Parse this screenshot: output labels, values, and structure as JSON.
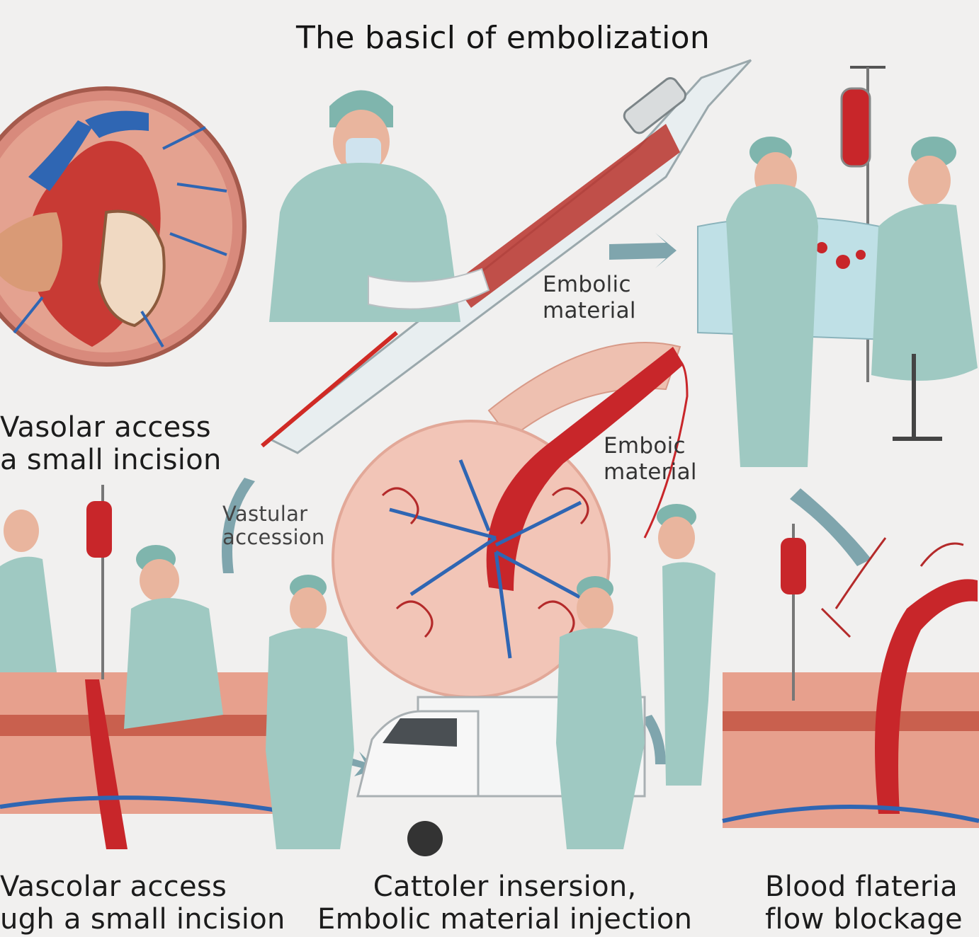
{
  "title": "The basicl of embolization",
  "labels": {
    "embolic_material_top": [
      "Embolic",
      "material"
    ],
    "emboic_material": [
      "Emboic",
      "material"
    ],
    "vasolar_access_mid": [
      "Vasolar access",
      "a small incision"
    ],
    "vastular_accession": [
      "Vastular",
      "accession"
    ],
    "bottom_left": [
      "Vascolar access",
      "ugh a small incision"
    ],
    "bottom_mid": [
      "Cattoler insersion,",
      "Embolic material injection"
    ],
    "bottom_right": [
      "Blood flateria",
      "flow blockage"
    ]
  },
  "colors": {
    "background": "#f1f0ef",
    "scrubs": "#9fc9c2",
    "blood_red": "#c8262a",
    "vein_blue": "#2f66b3",
    "tissue": "#e8a79a",
    "arrow": "#7fa5ad"
  }
}
